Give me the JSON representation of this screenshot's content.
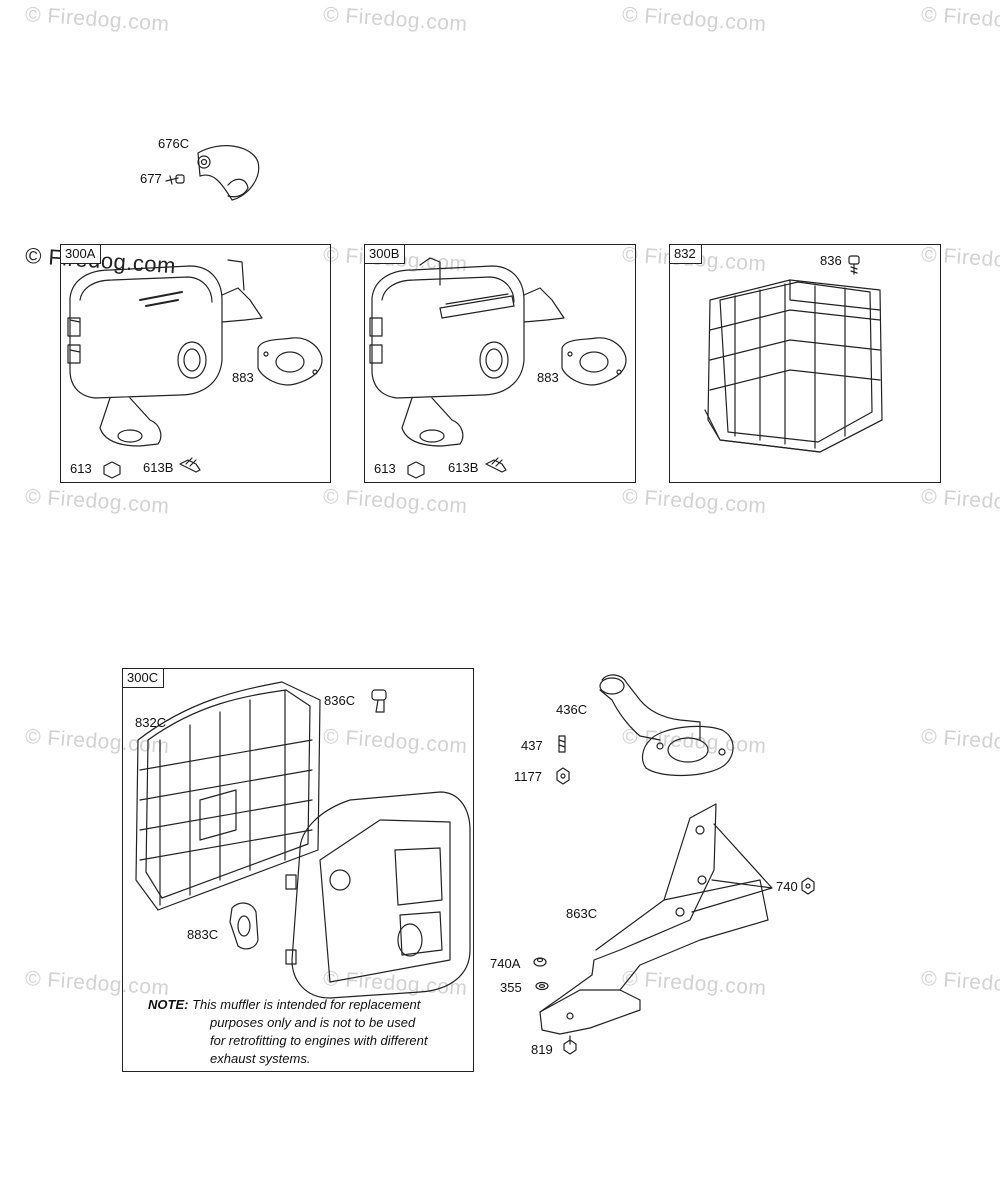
{
  "watermark": {
    "text": "© Firedog.com"
  },
  "parts": {
    "p676c": "676C",
    "p677": "677",
    "p883a": "883",
    "p613a": "613",
    "p613ba": "613B",
    "p883b": "883",
    "p613b": "613",
    "p613bb": "613B",
    "p836": "836",
    "p836c": "836C",
    "p832c": "832C",
    "p883c": "883C",
    "p436c": "436C",
    "p437": "437",
    "p1177": "1177",
    "p740": "740",
    "p863c": "863C",
    "p740a": "740A",
    "p355": "355",
    "p819": "819"
  },
  "boxes": {
    "b300a": "300A",
    "b300b": "300B",
    "b832": "832",
    "b300c": "300C"
  },
  "note": {
    "label": "NOTE:",
    "line1": "This muffler is intended for replacement",
    "line2": "purposes only and is not to be used",
    "line3": "for retrofitting to engines with different",
    "line4": "exhaust systems."
  }
}
